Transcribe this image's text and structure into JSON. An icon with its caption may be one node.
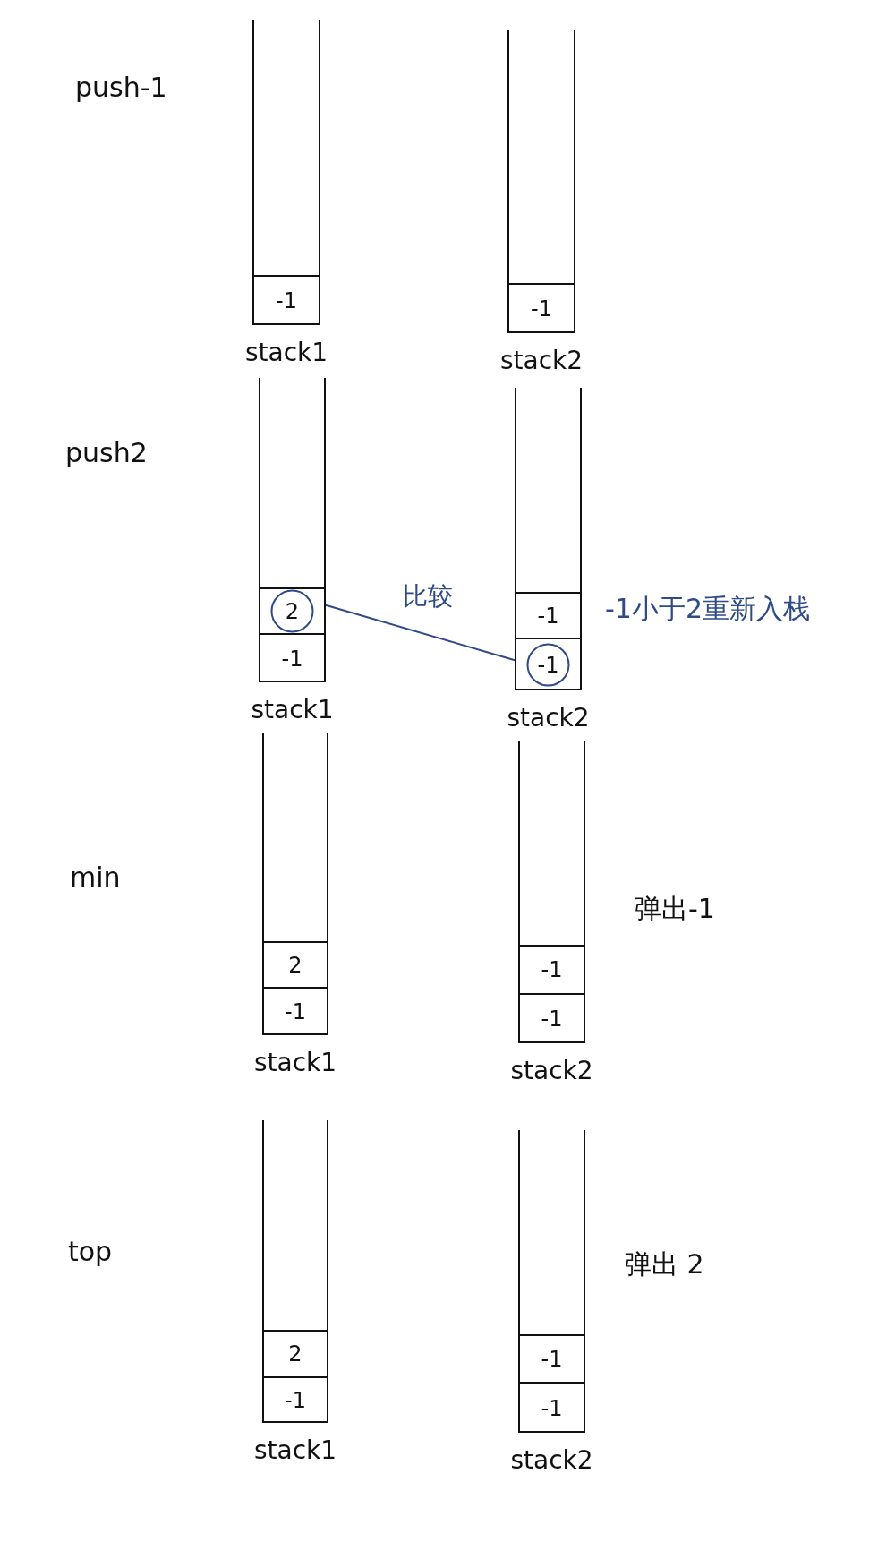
{
  "diagram": {
    "nodes": [
      {
        "text": [],
        "shape": "box",
        "beside": [
          "stack1"
        ]
      },
      {
        "text": [
          "-1"
        ],
        "in": 0
      },
      {
        "text": [],
        "shape": "box",
        "beside": [
          "stack2"
        ]
      },
      {
        "text": [
          "-1"
        ],
        "in": 2
      },
      {
        "text": [],
        "shape": "box",
        "beside": [
          "stack1"
        ]
      },
      {
        "text": [
          "2"
        ],
        "in": 4
      },
      {
        "text": [
          "-1"
        ],
        "in": 4
      },
      {
        "text": [],
        "shape": "box",
        "beside": [
          "stack2"
        ]
      },
      {
        "text": [
          "-1"
        ],
        "in": 7
      },
      {
        "text": [
          "-1"
        ],
        "in": 7
      },
      {
        "text": [],
        "shape": "box",
        "beside": [
          "stack1"
        ]
      },
      {
        "text": [
          "2"
        ],
        "in": 10
      },
      {
        "text": [
          "-1"
        ],
        "in": 10
      },
      {
        "text": [],
        "shape": "box",
        "beside": [
          "stack2"
        ]
      },
      {
        "text": [
          "-1"
        ],
        "in": 13
      },
      {
        "text": [
          "-1"
        ],
        "in": 13
      },
      {
        "text": [],
        "shape": "box",
        "beside": [
          "stack1"
        ]
      },
      {
        "text": [
          "2"
        ],
        "in": 16
      },
      {
        "text": [
          "-1"
        ],
        "in": 16
      },
      {
        "text": [],
        "shape": "box",
        "beside": [
          "stack2"
        ]
      },
      {
        "text": [
          "-1"
        ],
        "in": 19
      },
      {
        "text": [
          "-1"
        ],
        "in": 19
      }
    ],
    "edges": [
      {
        "from": 5,
        "to": 9,
        "arrow": "none",
        "label": "比较",
        "color": "#2e4a87"
      }
    ],
    "labels": [
      "push-1",
      "push2",
      "-1小于2重新入栈",
      "min",
      "弹出-1",
      "top",
      "弹出 2"
    ]
  }
}
